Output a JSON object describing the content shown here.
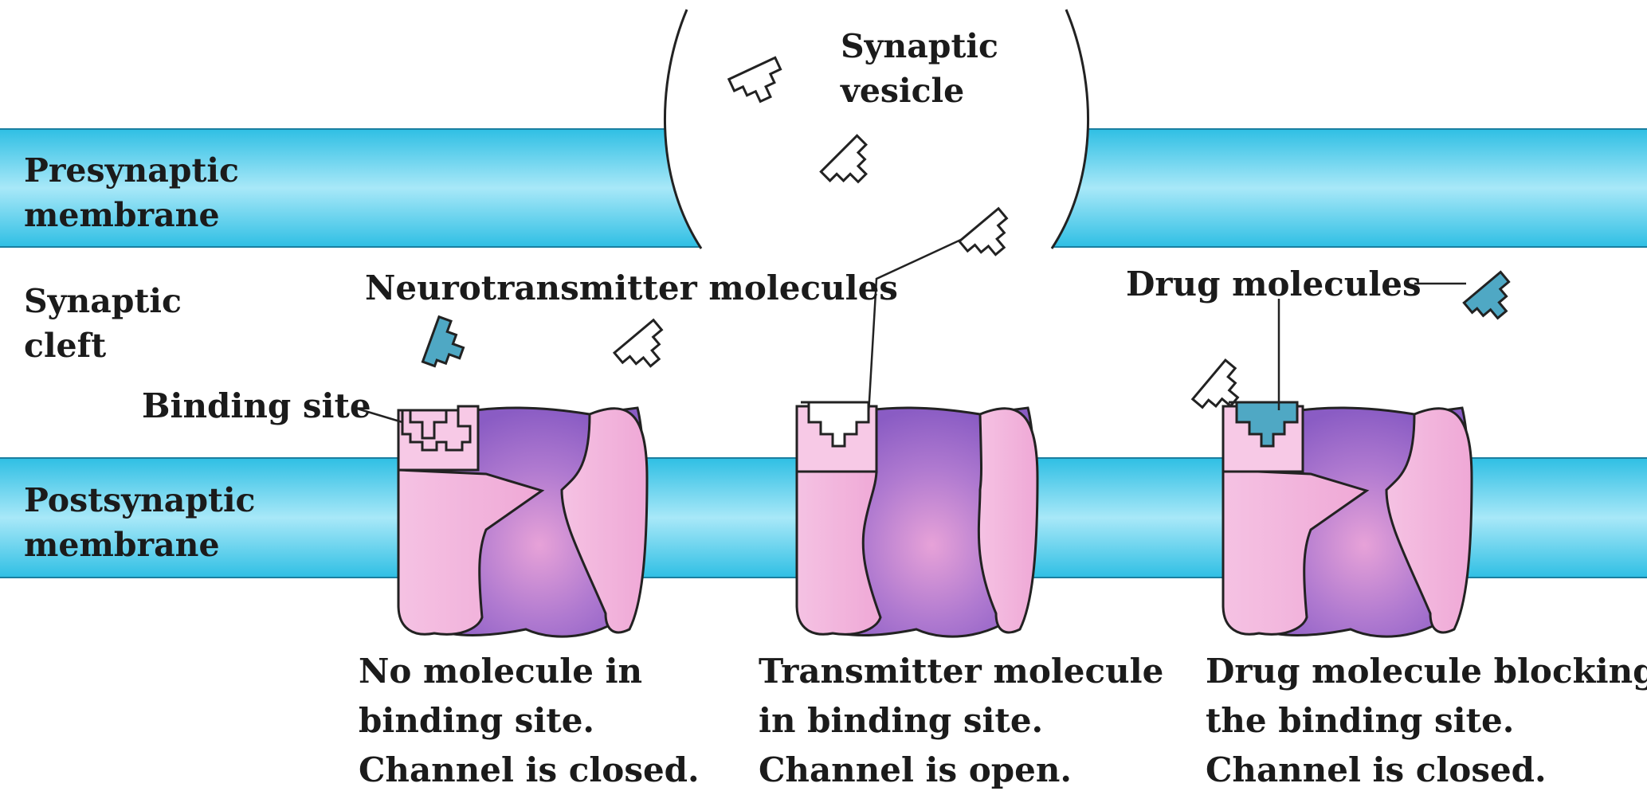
{
  "labels": {
    "presynaptic_membrane": [
      "Presynaptic",
      "membrane"
    ],
    "synaptic_cleft": [
      "Synaptic",
      "cleft"
    ],
    "postsynaptic_membrane": [
      "Postsynaptic",
      "membrane"
    ],
    "synaptic_vesicle": [
      "Synaptic",
      "vesicle"
    ],
    "neurotransmitter_molecules": "Neurotransmitter molecules",
    "drug_molecules": "Drug molecules",
    "binding_site": "Binding site"
  },
  "captions": [
    [
      "No molecule in",
      "binding site.",
      "Channel is closed."
    ],
    [
      "Transmitter molecule",
      "in binding site.",
      "Channel is open."
    ],
    [
      "Drug molecule blocking",
      "the binding site.",
      "Channel is closed."
    ]
  ],
  "colors": {
    "membrane": "#3fc7e8",
    "membrane_light": "#9fe4f5",
    "channel_pink": "#f4b6dd",
    "channel_purple": "#9a6bcc",
    "drug_molecule": "#4fa8c4",
    "outline": "#222222"
  }
}
